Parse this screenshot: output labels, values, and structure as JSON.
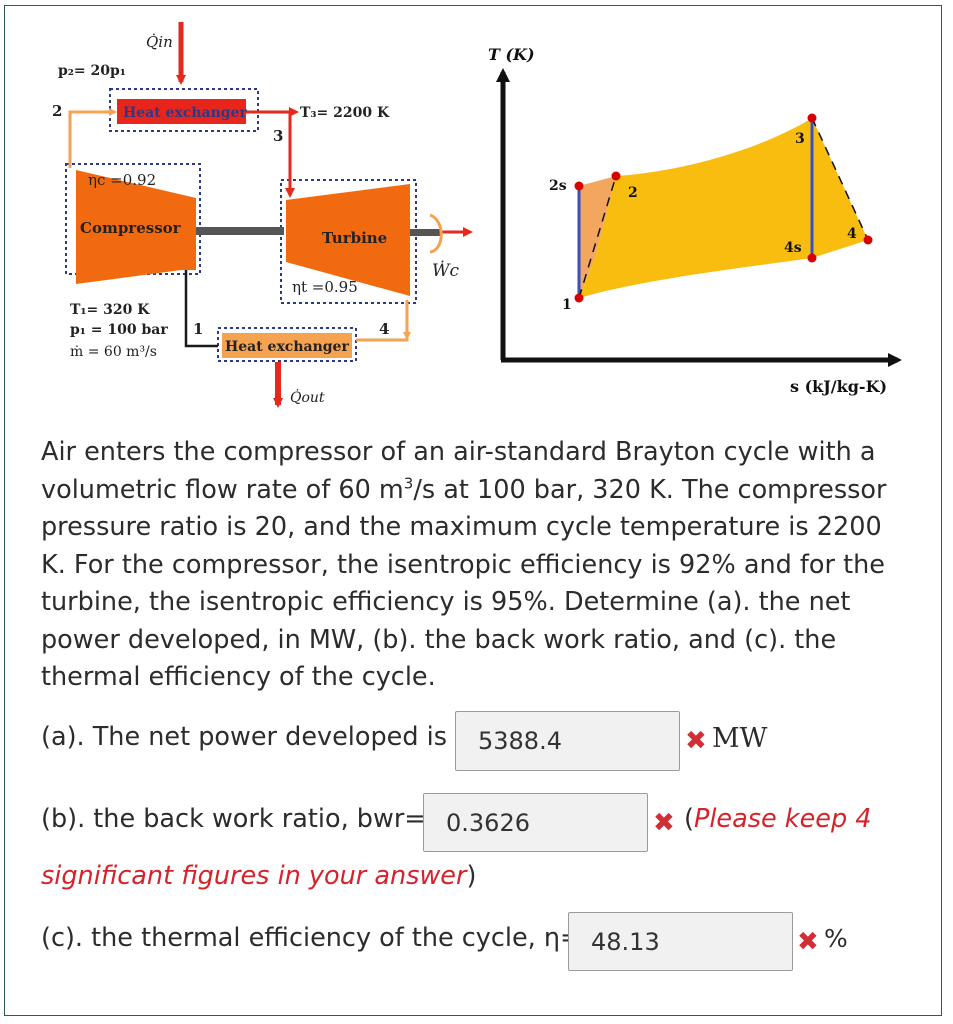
{
  "diagram": {
    "schematic": {
      "p2_label": "p₂= 20p₁",
      "qin_label": "Q̇in",
      "heat_exchanger_top": "Heat exchanger",
      "t3_label": "T₃= 2200 K",
      "state_2": "2",
      "state_3": "3",
      "compressor_eff": "ηc =0.92",
      "compressor": "Compressor",
      "turbine": "Turbine",
      "turbine_eff": "ηt =0.95",
      "wc_label": "Ẇc",
      "t1_label": "T₁= 320 K",
      "p1_label": "p₁ = 100 bar",
      "mdot_label": "ṁ = 60 m³/s",
      "state_1": "1",
      "state_4": "4",
      "heat_exchanger_bottom": "Heat exchanger",
      "qout_label": "Q̇out"
    },
    "ts_chart": {
      "y_axis_label": "T (K)",
      "x_axis_label": "s (kJ/kg-K)",
      "point_1": "1",
      "point_2s": "2s",
      "point_2": "2",
      "point_3": "3",
      "point_4s": "4s",
      "point_4": "4",
      "fill_main": "#f9bd10",
      "fill_loss": "#f2a65e",
      "isentrope_color": "#3a4fc1",
      "point_color": "#d60000"
    }
  },
  "problem": {
    "text_1": "Air enters the compressor of an air-standard Brayton cycle with a volumetric flow rate of 60 m",
    "text_sup": "3",
    "text_2": "/s at 100 bar, 320 K. The compressor pressure ratio is 20, and the maximum cycle temperature is 2200 K. For the compressor, the isentropic efficiency is 92% and for the turbine, the isentropic efficiency is 95%. Determine (a). the net power developed, in MW, (b). the back work ratio, and (c). the thermal efficiency of the cycle."
  },
  "answers": {
    "a_label": "(a). The net power developed is",
    "a_value": "5388.4",
    "a_unit": "MW",
    "b_label": "(b). the back work ratio, bwr=",
    "b_value": "0.3626",
    "b_paren_open": "(",
    "b_note": "Please keep 4 significant figures in your answer",
    "b_paren_close": ")",
    "c_label": "(c). the thermal efficiency of the cycle, η=",
    "c_value": "48.13",
    "c_unit": "%",
    "incorrect_mark": "✖"
  },
  "colors": {
    "incorrect": "#cf2f35",
    "note": "#d4232a",
    "device_orange": "#f26a0f",
    "arrow_red": "#e52a1d",
    "flow_orange": "#f5a251"
  }
}
